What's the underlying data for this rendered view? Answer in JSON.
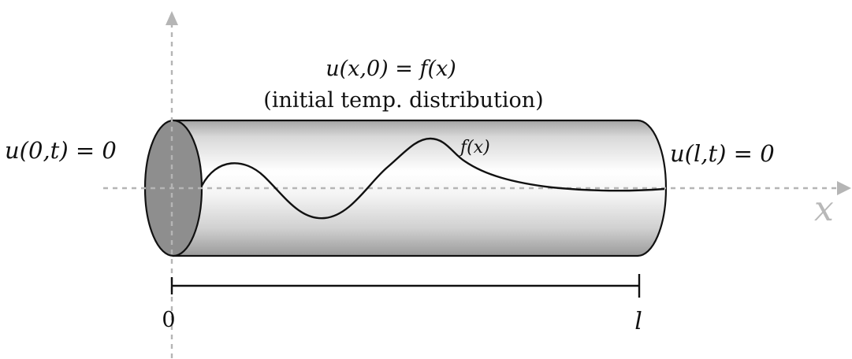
{
  "title_line1": "u(x,0) = f(x)",
  "title_line2": "(initial temp. distribution)",
  "left_bc": "u(0,t) = 0",
  "right_bc": "u(l,t) = 0",
  "curve_label": "f(x)",
  "axis_x_label": "x",
  "length_start_label": "0",
  "length_end_label": "l",
  "colors": {
    "axis": "#b5b5b5",
    "end_cap": "#8e8e8e",
    "outline": "#111111",
    "rod_light": "#ffffff",
    "rod_dark": "#9a9a9a"
  }
}
